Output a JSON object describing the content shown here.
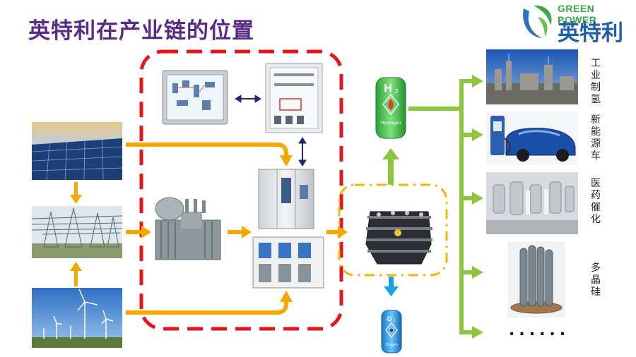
{
  "title": "英特利在产业链的位置",
  "logo": {
    "english": "GREEN POWER",
    "chinese": "英特利",
    "icon": "swirl-leaf-logo-icon"
  },
  "icons": {
    "h2_tank_letter": "H",
    "h2_tank_sub": "2",
    "h2_tank_text": "Hydrogen",
    "o2_tank_letter": "O",
    "o2_tank_sub": "2",
    "o2_tank_text": "Oxygen"
  },
  "applications": [
    {
      "label": "工业制氢"
    },
    {
      "label": "新能源车"
    },
    {
      "label": "医药催化"
    },
    {
      "label": "多晶硅"
    }
  ],
  "more": "......",
  "colors": {
    "title": "#5a2a8a",
    "red_dashed_box": "#e8141b",
    "yellow_dashed_box": "#f5b400",
    "orange_arrow": "#f5a800",
    "green_arrow": "#8cc63f",
    "blue_arrow": "#1aa0e8",
    "navy_arrow": "#1b2a6b"
  }
}
